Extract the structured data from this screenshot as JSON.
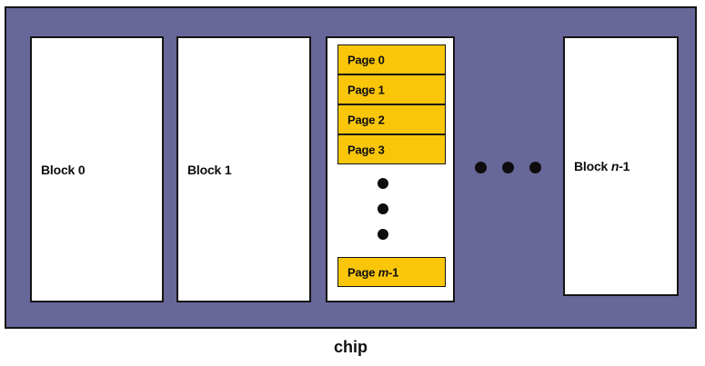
{
  "colors": {
    "chip-fill": "#686799",
    "page-fill": "#FAC60A",
    "block-fill": "#FFFFFF",
    "line": "#141414",
    "text": "#0E0E0E"
  },
  "chip": {
    "label": "chip",
    "blocks": [
      {
        "label": "Block 0"
      },
      {
        "label": "Block 1"
      }
    ],
    "page_block": {
      "pages": [
        "Page 0",
        "Page 1",
        "Page 2",
        "Page 3"
      ],
      "last_page": {
        "prefix": "Page ",
        "var": "m",
        "suffix": "-1"
      }
    },
    "last_block": {
      "prefix": "Block ",
      "var": "n",
      "suffix": "-1"
    }
  }
}
